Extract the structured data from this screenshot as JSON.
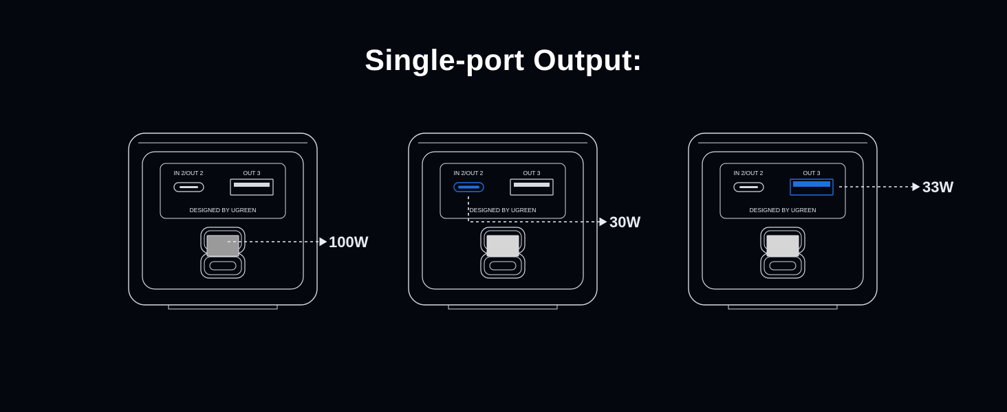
{
  "title": "Single-port Output:",
  "port_labels": {
    "in2_out2": "IN 2/OUT 2",
    "out3": "OUT 3",
    "brand_line": "DESIGNED BY UGREEN"
  },
  "panels": [
    {
      "active_port": "ac-outlet",
      "output": "100W"
    },
    {
      "active_port": "usb-c",
      "output": "30W"
    },
    {
      "active_port": "usb-a",
      "output": "33W"
    }
  ],
  "colors": {
    "background": "#05070f",
    "outline": "#d7dae0",
    "active_blue": "#1e6fe0",
    "active_gray": "#9a9a9a",
    "plug_light": "#d6d6d6"
  }
}
